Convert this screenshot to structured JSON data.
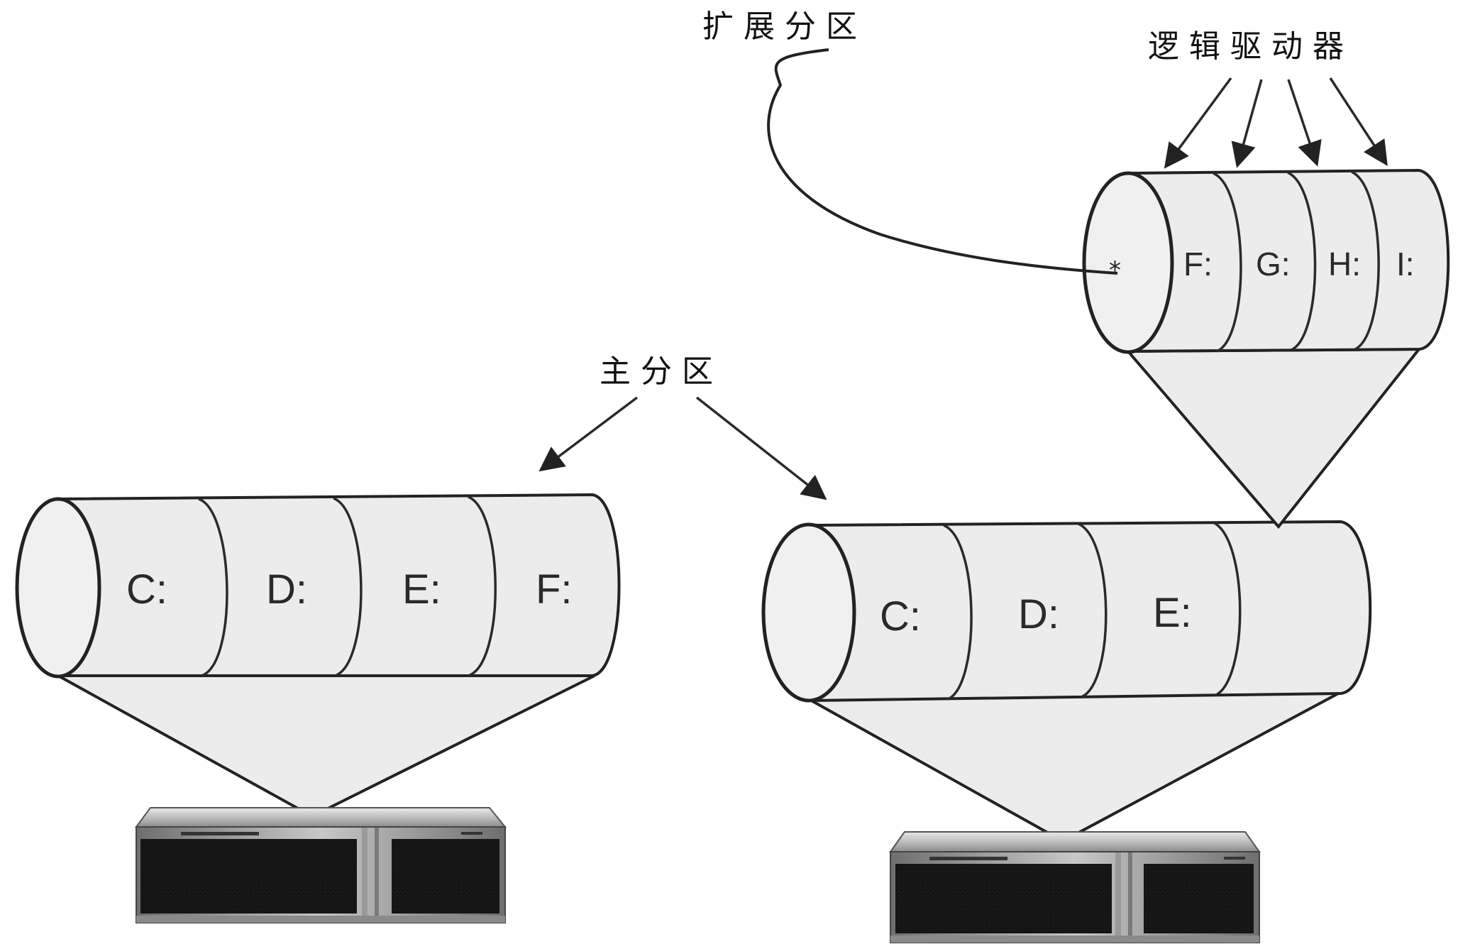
{
  "labels": {
    "extended_partition": "扩展分区",
    "logical_drives": "逻辑驱动器",
    "primary_partition": "主分区"
  },
  "left_disk": {
    "drives": [
      "C:",
      "D:",
      "E:",
      "F:"
    ]
  },
  "right_disk": {
    "drives": [
      "C:",
      "D:",
      "E:"
    ]
  },
  "extended_cylinder": {
    "marker": "*",
    "drives": [
      "F:",
      "G:",
      "H:",
      "I:"
    ]
  },
  "colors": {
    "line": "#222222",
    "cylinder_fill": "#ececec",
    "server_dark": "#161616"
  }
}
